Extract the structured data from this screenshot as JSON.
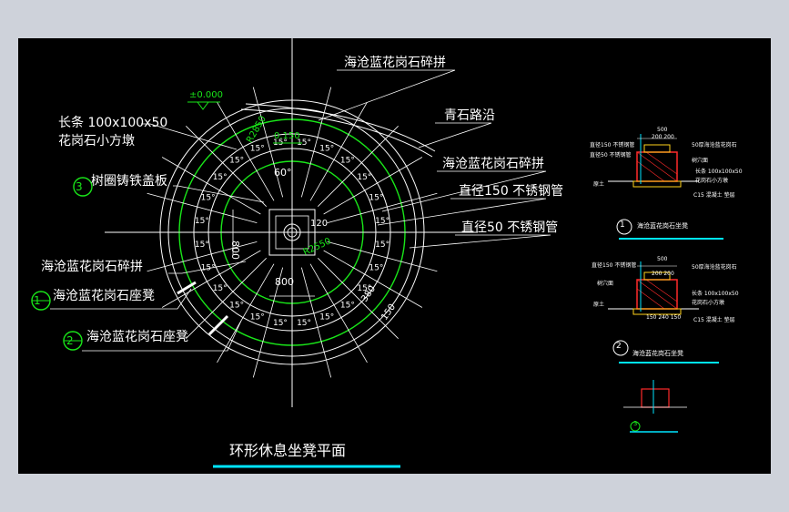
{
  "drawing": {
    "title": "环形休息坐凳平面",
    "level_mark": "±0.000",
    "level_mark_2": "0.150",
    "callouts": {
      "top": "海沧蓝花岗石碎拼",
      "curb": "青石路沿",
      "right_paving": "海沧蓝花岗石碎拼",
      "pipe_150": "直径150 不锈钢管",
      "pipe_50": "直径50 不锈钢管",
      "bar": "长条 100x100x50",
      "granite_block": "花岗石小方墩",
      "tree_grate": "树圈铸铁盖板",
      "left_paving": "海沧蓝花岗石碎拼",
      "seat_1": "海沧蓝花岗石座凳",
      "seat_2": "海沧蓝花岗石座凳"
    },
    "bubbles": {
      "b1": "1",
      "b2": "2",
      "b3": "3"
    },
    "dims": {
      "r2850": "R2850",
      "r2550": "R2550",
      "d800_h": "800",
      "d800_v": "800",
      "d120": "120",
      "d380": "380",
      "d150": "150",
      "deg15": "15°",
      "deg60": "60°"
    },
    "details": {
      "d1": {
        "label": "海沧蓝花岗石坐凳",
        "no": "1",
        "notes": [
          "直径150 不锈钢管",
          "直径50 不锈钢管",
          "50厚海沧蓝花岗石",
          "树穴面",
          "长条 100x100x50",
          "花岗石小方墩",
          "原土",
          "C15 混凝土 垫层"
        ],
        "dims": [
          "500",
          "200 200"
        ]
      },
      "d2": {
        "label": "海沧蓝花岗石坐凳",
        "no": "2",
        "notes": [
          "直径150 不锈钢管",
          "50厚海沧蓝花岗石",
          "树穴面",
          "长条 100x100x50",
          "花岗石小方墩",
          "原土",
          "C15 混凝土 垫层"
        ],
        "dims": [
          "500",
          "200 200",
          "150 240 150"
        ]
      },
      "d3": {
        "no": "3"
      }
    },
    "colors": {
      "bg": "#000000",
      "frame": "#ced2da",
      "white": "#ffffff",
      "green": "#19e619",
      "cyan": "#00e5ff",
      "red": "#ff2a2a",
      "yellow": "#ffd21a"
    }
  }
}
